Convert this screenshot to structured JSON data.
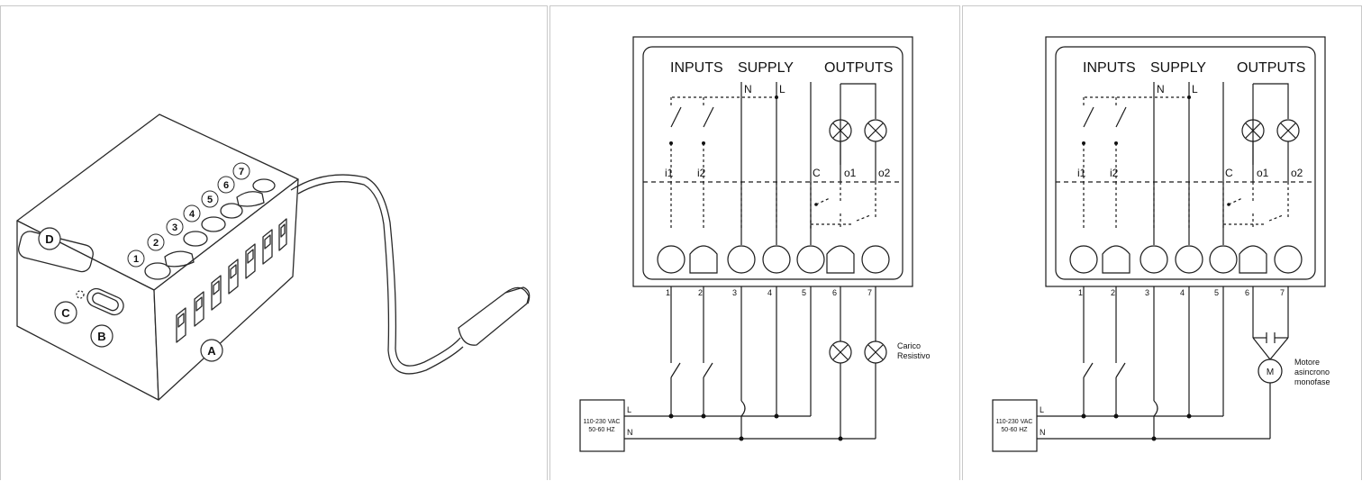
{
  "device": {
    "callouts": {
      "a": "A",
      "b": "B",
      "c": "C",
      "d": "D"
    },
    "terminals": [
      "1",
      "2",
      "3",
      "4",
      "5",
      "6",
      "7"
    ]
  },
  "wiring_resistive": {
    "header_inputs": "INPUTS",
    "header_supply": "SUPPLY",
    "header_outputs": "OUTPUTS",
    "supply_n": "N",
    "supply_l": "L",
    "label_i1": "i1",
    "label_i2": "i2",
    "label_c": "C",
    "label_o1": "o1",
    "label_o2": "o2",
    "terminal_numbers": [
      "1",
      "2",
      "3",
      "4",
      "5",
      "6",
      "7"
    ],
    "load_line1": "Carico",
    "load_line2": "Resistivo",
    "power_line1": "110-230 VAC",
    "power_line2": "50-60 HZ",
    "power_l": "L",
    "power_n": "N"
  },
  "wiring_motor": {
    "header_inputs": "INPUTS",
    "header_supply": "SUPPLY",
    "header_outputs": "OUTPUTS",
    "supply_n": "N",
    "supply_l": "L",
    "label_i1": "i1",
    "label_i2": "i2",
    "label_c": "C",
    "label_o1": "o1",
    "label_o2": "o2",
    "terminal_numbers": [
      "1",
      "2",
      "3",
      "4",
      "5",
      "6",
      "7"
    ],
    "motor_symbol": "M",
    "load_line1": "Motore",
    "load_line2": "asincrono",
    "load_line3": "monofase",
    "power_line1": "110-230 VAC",
    "power_line2": "50-60 HZ",
    "power_l": "L",
    "power_n": "N"
  }
}
